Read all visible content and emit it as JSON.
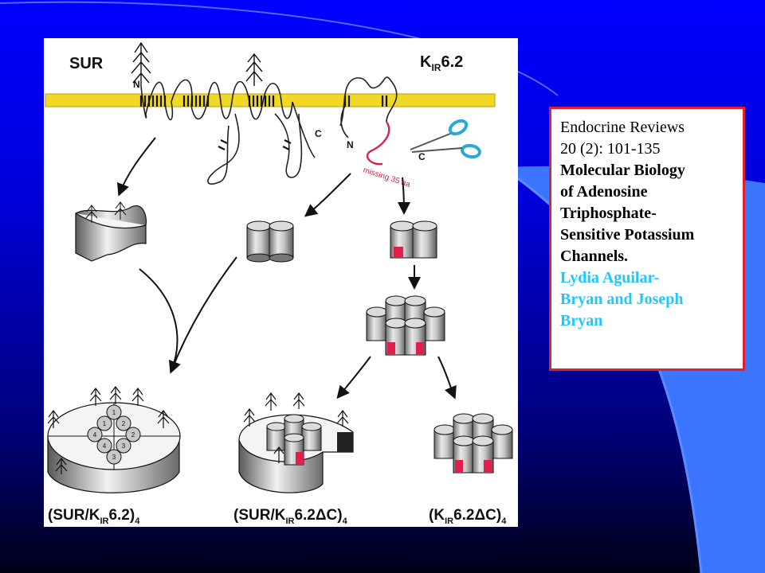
{
  "colors": {
    "slide_blue": "#0000ff",
    "accent_light_blue": "#3a74ff",
    "box_border": "#e0202c",
    "author_text": "#1ec8ff",
    "scissors": "#2aa9d8",
    "missing_red": "#e0204a",
    "membrane": "#f0d824"
  },
  "figure": {
    "label_sur": "SUR",
    "label_kir": {
      "main": "K",
      "sub": "IR",
      "tail": "6.2"
    },
    "label_n1": "N",
    "label_n2": "N",
    "label_c1": "C",
    "label_c2": "C",
    "label_missing": "missing 35 aa",
    "bottom_labels": [
      {
        "pre": "(SUR/K",
        "sub": "IR",
        "post": "6.2)",
        "sub2": "4"
      },
      {
        "pre": "(SUR/K",
        "sub": "IR",
        "post": "6.2ΔC)",
        "sub2": "4"
      },
      {
        "pre": "(K",
        "sub": "IR",
        "post": "6.2ΔC)",
        "sub2": "4"
      }
    ],
    "subunit_numbers": [
      "1",
      "2",
      "3",
      "4",
      "1",
      "2",
      "3",
      "4"
    ]
  },
  "citation": {
    "journal_lines": [
      "Endocrine Reviews",
      "20 (2): 101-135"
    ],
    "title_lines": [
      "Molecular Biology",
      "of Adenosine",
      "Triphosphate-",
      "Sensitive Potassium",
      "Channels."
    ],
    "author_lines": [
      "Lydia Aguilar-",
      "Bryan and Joseph",
      "Bryan"
    ]
  }
}
